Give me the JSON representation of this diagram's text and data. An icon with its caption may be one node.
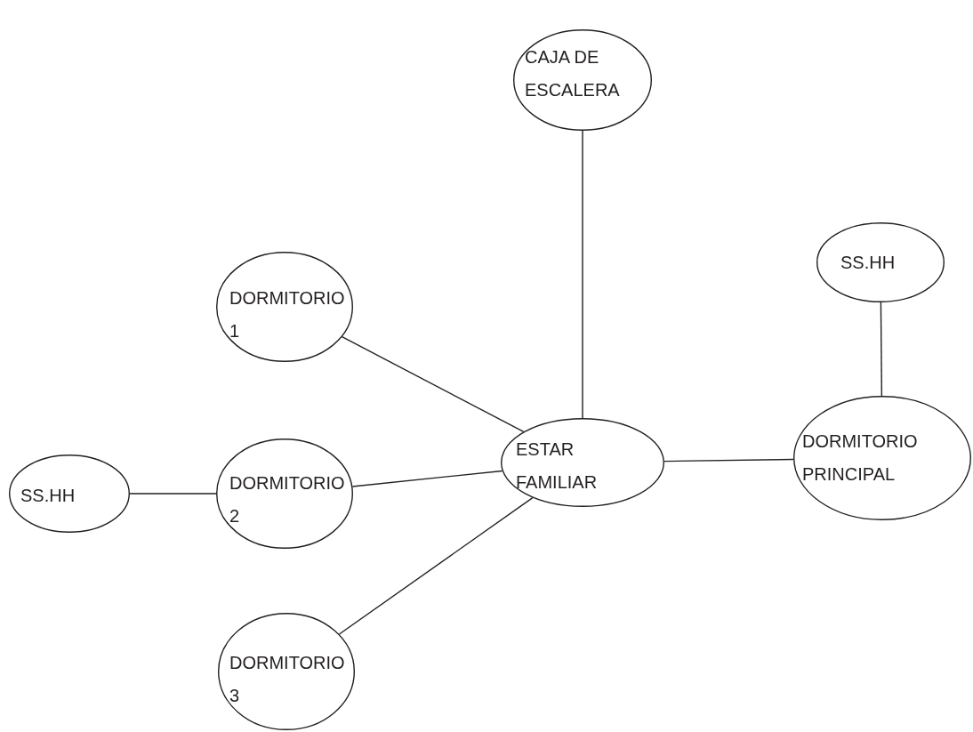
{
  "diagram": {
    "nodes": [
      {
        "text": [
          "CAJA DE ESCALERA"
        ]
      },
      {
        "text": [
          "DORMITORIO 1"
        ]
      },
      {
        "text": [
          "SS.HH"
        ]
      },
      {
        "text": [
          "SS.HH"
        ]
      },
      {
        "text": [
          "DORMITORIO 2"
        ]
      },
      {
        "text": [
          "ESTAR FAMILIAR"
        ]
      },
      {
        "text": [
          "DORMITORIO PRINCIPAL"
        ]
      },
      {
        "text": [
          "DORMITORIO 3"
        ]
      }
    ],
    "edges": [
      {
        "from": 5,
        "to": 0,
        "arrow": "none"
      },
      {
        "from": 1,
        "to": 5,
        "arrow": "none"
      },
      {
        "from": 6,
        "to": 2,
        "arrow": "none"
      },
      {
        "from": 3,
        "to": 4,
        "arrow": "none"
      },
      {
        "from": 4,
        "to": 5,
        "arrow": "none"
      },
      {
        "from": 5,
        "to": 6,
        "arrow": "none"
      },
      {
        "from": 7,
        "to": 5,
        "arrow": "none"
      }
    ]
  }
}
